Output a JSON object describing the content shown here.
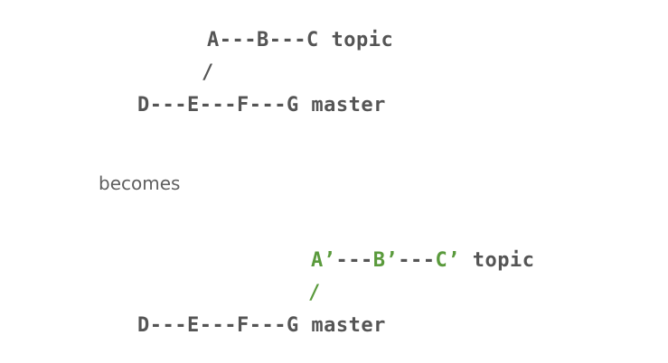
{
  "colors": {
    "text": "#555555",
    "rebased_commit": "#5a9a3c",
    "background": "#ffffff"
  },
  "before": {
    "topic_row": {
      "a": "A",
      "dash1": "---",
      "b": "B",
      "dash2": "---",
      "c": "C",
      "label": " topic"
    },
    "branch_connector": "/",
    "master_row": "D---E---F---G master"
  },
  "caption": "becomes",
  "after": {
    "topic_row": {
      "a": "A’",
      "dash1": "---",
      "b": "B’",
      "dash2": "---",
      "c": "C’",
      "label": " topic"
    },
    "branch_connector": "/",
    "master_row": "D---E---F---G master"
  }
}
